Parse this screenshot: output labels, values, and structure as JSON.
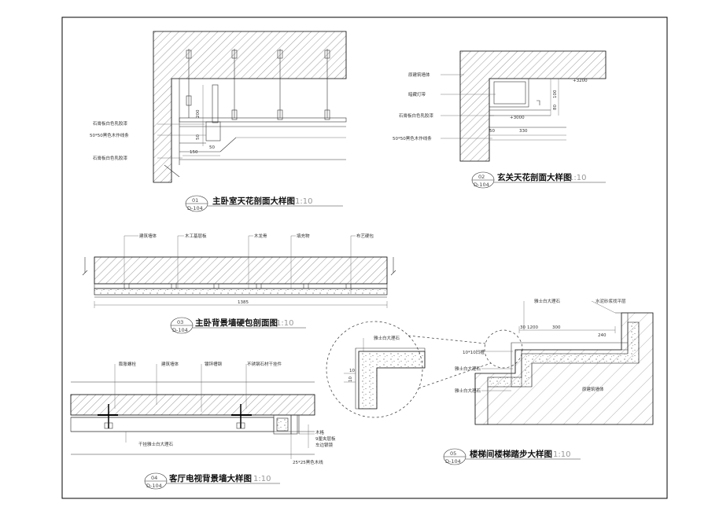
{
  "sheet": {
    "background": "#ffffff",
    "line_color": "#000000",
    "scale_color": "#999999"
  },
  "details": [
    {
      "id": "d01",
      "title": "主卧室天花剖面大样图",
      "scale": "1:10",
      "number": "01",
      "sheet_ref": "D-104",
      "labels": [
        "石膏板白色乳胶漆",
        "50*50黑色木作线条",
        "石膏板白色乳胶漆"
      ],
      "dims": [
        "200",
        "50",
        "150",
        "50"
      ]
    },
    {
      "id": "d02",
      "title": "玄关天花剖面大样图",
      "scale": "1:10",
      "number": "02",
      "sheet_ref": "D-104",
      "labels": [
        "原建筑墙体",
        "暗藏灯带",
        "石膏板白色乳胶漆",
        "50*50黑色木作线条"
      ],
      "dims": [
        "+3200",
        "+3000",
        "100",
        "80",
        "50",
        "330"
      ]
    },
    {
      "id": "d03",
      "title": "主卧背景墙硬包剖面图",
      "scale": "1:10",
      "number": "03",
      "sheet_ref": "D-104",
      "labels": [
        "建筑墙体",
        "木工基层板",
        "木龙骨",
        "填充物",
        "布艺硬包"
      ],
      "dims": [
        "1385"
      ]
    },
    {
      "id": "d04",
      "title": "客厅电视背景墙大样图",
      "scale": "1:10",
      "number": "04",
      "sheet_ref": "D-104",
      "labels": [
        "膨胀螺栓",
        "建筑墙体",
        "镀锌槽钢",
        "不锈钢石材干挂件",
        "干挂雅士白大理石",
        "木格",
        "9厘夹层板",
        "车边银镜",
        "25*25黑色木线"
      ],
      "dims": []
    },
    {
      "id": "d05",
      "title": "楼梯间楼梯踏步大样图",
      "scale": "1:10",
      "number": "05",
      "sheet_ref": "D-104",
      "labels": [
        "雅士白大理石",
        "水泥砂浆找平层",
        "雅士白大理石",
        "雅士白大理石",
        "原建筑墙体",
        "雅士白大理石"
      ],
      "dims": [
        "30",
        "1200",
        "300",
        "240",
        "10*10凹槽",
        "10",
        "10"
      ]
    }
  ]
}
